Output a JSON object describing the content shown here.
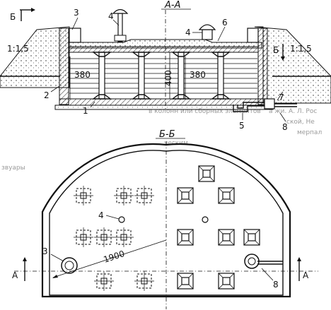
{
  "section_aa": {
    "title": "А-А",
    "slope_left": "1:1,5",
    "slope_right": "1:1,5",
    "dim_left_depth": "380",
    "dim_right_depth": "380",
    "dim_column_height": "400",
    "section_mark_left": "Б",
    "section_mark_right": "Б",
    "callouts": [
      "1",
      "2",
      "3",
      "4",
      "4",
      "5",
      "6",
      "7",
      "8"
    ]
  },
  "section_bb": {
    "title": "Б-Б",
    "callout_4": "4",
    "callout_3": "3",
    "callout_8": "8",
    "radius_dim": "1900",
    "cut_mark_left": "А",
    "cut_mark_right": "А"
  },
  "bleed_text": {
    "line1": "в колонн или сборных элементов",
    "line2": "а жи. А. Л. Рос",
    "line3": "ской, Не",
    "line4": "мерпал",
    "line5": "ческим",
    "line6": "звуары"
  }
}
